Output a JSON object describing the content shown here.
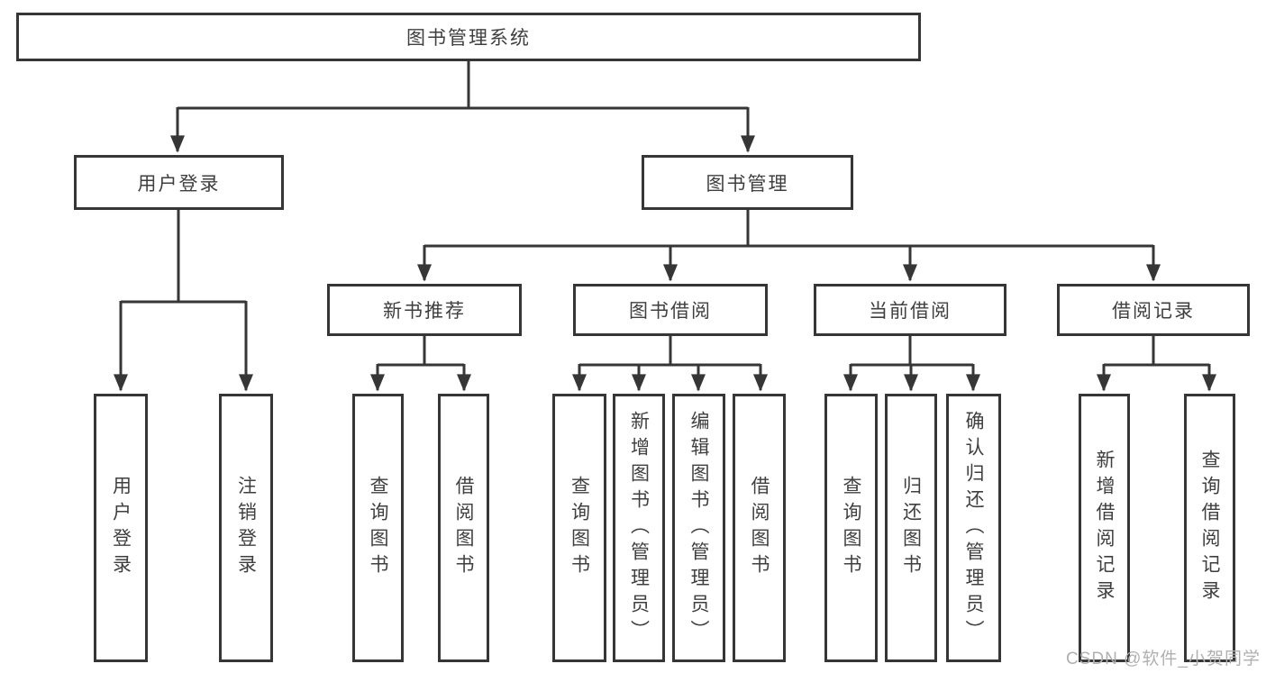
{
  "diagram": {
    "root": {
      "label": "图书管理系统"
    },
    "level2": [
      {
        "label": "用户登录"
      },
      {
        "label": "图书管理"
      }
    ],
    "level3": [
      {
        "label": "新书推荐"
      },
      {
        "label": "图书借阅"
      },
      {
        "label": "当前借阅"
      },
      {
        "label": "借阅记录"
      }
    ],
    "leaves": {
      "user_login": [
        "用户登录",
        "注销登录"
      ],
      "new_books": [
        "查询图书",
        "借阅图书"
      ],
      "book_borrow": [
        "查询图书",
        "新增图书（管理员）",
        "编辑图书（管理员）",
        "借阅图书"
      ],
      "current_borrow": [
        "查询图书",
        "归还图书",
        "确认归还（管理员）"
      ],
      "borrow_records": [
        "新增借阅记录",
        "查询借阅记录"
      ]
    }
  },
  "watermark": {
    "text": "CSDN @软件_小贺同学"
  },
  "colors": {
    "line": "#363636",
    "box_border": "#363636",
    "box_fill": "#ffffff",
    "text": "#3f3f3f",
    "watermark": "#b0b0b0",
    "background": "#ffffff"
  }
}
